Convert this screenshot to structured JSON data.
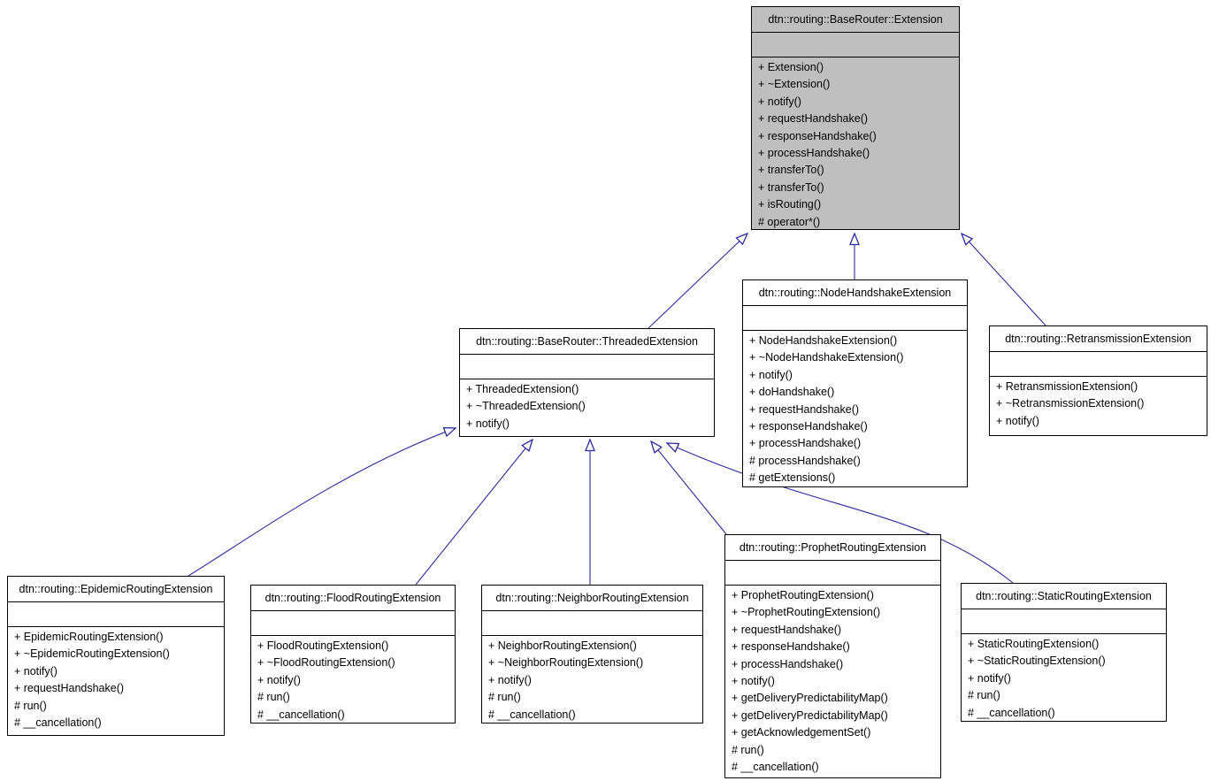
{
  "diagram": {
    "type": "uml-inheritance-diagram",
    "background_color": "#ffffff",
    "box_border_color": "#000000",
    "box_fill_color": "#ffffff",
    "highlight_fill_color": "#bfbfbf",
    "edge_color": "#2a2aa0",
    "classes": [
      {
        "id": "extension",
        "title": "dtn::routing::BaseRouter::Extension",
        "highlighted": true,
        "attributes": [],
        "methods": [
          "+ Extension()",
          "+ ~Extension()",
          "+ notify()",
          "+ requestHandshake()",
          "+ responseHandshake()",
          "+ processHandshake()",
          "+ transferTo()",
          "+ transferTo()",
          "+ isRouting()",
          "# operator*()"
        ]
      },
      {
        "id": "threaded",
        "title": "dtn::routing::BaseRouter::ThreadedExtension",
        "highlighted": false,
        "attributes": [],
        "methods": [
          "+ ThreadedExtension()",
          "+ ~ThreadedExtension()",
          "+ notify()"
        ]
      },
      {
        "id": "nodehandshake",
        "title": "dtn::routing::NodeHandshakeExtension",
        "highlighted": false,
        "attributes": [],
        "methods": [
          "+ NodeHandshakeExtension()",
          "+ ~NodeHandshakeExtension()",
          "+ notify()",
          "+ doHandshake()",
          "+ requestHandshake()",
          "+ responseHandshake()",
          "+ processHandshake()",
          "# processHandshake()",
          "# getExtensions()"
        ]
      },
      {
        "id": "retransmission",
        "title": "dtn::routing::RetransmissionExtension",
        "highlighted": false,
        "attributes": [],
        "methods": [
          "+ RetransmissionExtension()",
          "+ ~RetransmissionExtension()",
          "+ notify()"
        ]
      },
      {
        "id": "epidemic",
        "title": "dtn::routing::EpidemicRoutingExtension",
        "highlighted": false,
        "attributes": [],
        "methods": [
          "+ EpidemicRoutingExtension()",
          "+ ~EpidemicRoutingExtension()",
          "+ notify()",
          "+ requestHandshake()",
          "# run()",
          "# __cancellation()"
        ]
      },
      {
        "id": "flood",
        "title": "dtn::routing::FloodRoutingExtension",
        "highlighted": false,
        "attributes": [],
        "methods": [
          "+ FloodRoutingExtension()",
          "+ ~FloodRoutingExtension()",
          "+ notify()",
          "# run()",
          "# __cancellation()"
        ]
      },
      {
        "id": "neighbor",
        "title": "dtn::routing::NeighborRoutingExtension",
        "highlighted": false,
        "attributes": [],
        "methods": [
          "+ NeighborRoutingExtension()",
          "+ ~NeighborRoutingExtension()",
          "+ notify()",
          "# run()",
          "# __cancellation()"
        ]
      },
      {
        "id": "prophet",
        "title": "dtn::routing::ProphetRoutingExtension",
        "highlighted": false,
        "attributes": [],
        "methods": [
          "+ ProphetRoutingExtension()",
          "+ ~ProphetRoutingExtension()",
          "+ requestHandshake()",
          "+ responseHandshake()",
          "+ processHandshake()",
          "+ notify()",
          "+ getDeliveryPredictabilityMap()",
          "+ getDeliveryPredictabilityMap()",
          "+ getAcknowledgementSet()",
          "# run()",
          "# __cancellation()"
        ]
      },
      {
        "id": "static",
        "title": "dtn::routing::StaticRoutingExtension",
        "highlighted": false,
        "attributes": [],
        "methods": [
          "+ StaticRoutingExtension()",
          "+ ~StaticRoutingExtension()",
          "+ notify()",
          "# run()",
          "# __cancellation()"
        ]
      }
    ],
    "edges": [
      {
        "from": "threaded",
        "to": "extension",
        "relation": "inherits"
      },
      {
        "from": "nodehandshake",
        "to": "extension",
        "relation": "inherits"
      },
      {
        "from": "retransmission",
        "to": "extension",
        "relation": "inherits"
      },
      {
        "from": "epidemic",
        "to": "threaded",
        "relation": "inherits"
      },
      {
        "from": "flood",
        "to": "threaded",
        "relation": "inherits"
      },
      {
        "from": "neighbor",
        "to": "threaded",
        "relation": "inherits"
      },
      {
        "from": "prophet",
        "to": "threaded",
        "relation": "inherits"
      },
      {
        "from": "static",
        "to": "threaded",
        "relation": "inherits"
      }
    ]
  }
}
